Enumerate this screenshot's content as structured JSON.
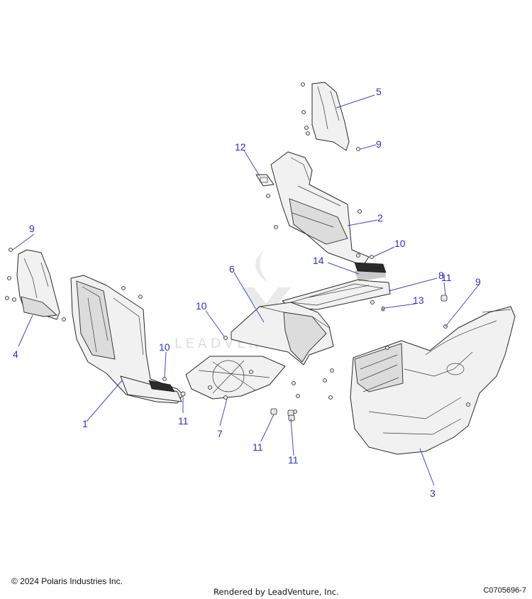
{
  "footer": {
    "copyright": "© 2024 Polaris Industries Inc.",
    "rendered_by": "Rendered by LeadVenture, Inc.",
    "diagram_code": "C0705696-7"
  },
  "watermark": {
    "text": "LEADVENTURE"
  },
  "callouts": {
    "c1": "1",
    "c2": "2",
    "c3": "3",
    "c4": "4",
    "c5": "5",
    "c6": "6",
    "c7": "7",
    "c8": "8",
    "c9a": "9",
    "c9b": "9",
    "c9c": "9",
    "c10a": "10",
    "c10b": "10",
    "c10c": "10",
    "c11a": "11",
    "c11b": "11",
    "c11c": "11",
    "c11d": "11",
    "c12": "12",
    "c13": "13",
    "c14": "14"
  },
  "colors": {
    "callout": "#2631c9",
    "leader": "#3a4bd0",
    "part_fill": "#f1f1f1",
    "outline": "#2a2a2a"
  }
}
